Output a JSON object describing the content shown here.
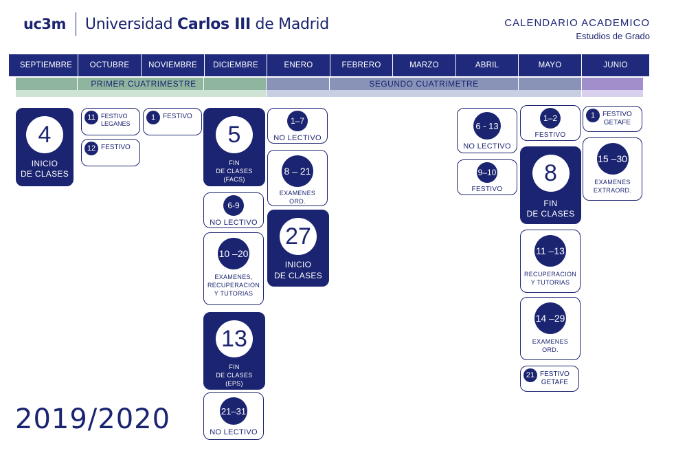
{
  "header": {
    "logo_mark": "uc3m",
    "logo_text_1": "Universidad ",
    "logo_text_2": "Carlos III",
    "logo_text_3": " de Madrid",
    "title": "CALENDARIO ACADEMICO",
    "subtitle": "Estudios de Grado"
  },
  "months": [
    "SEPTIEMBRE",
    "OCTUBRE",
    "NOVIEMBRE",
    "DICIEMBRE",
    "ENERO",
    "FEBRERO",
    "MARZO",
    "ABRIL",
    "MAYO",
    "JUNIO"
  ],
  "terms": {
    "first": "PRIMER CUATRIMESTRE",
    "second": "SEGUNDO CUATRIMETRE"
  },
  "events": {
    "sep_4": {
      "num": "4",
      "label_1": "INICIO",
      "label_2": "DE CLASES"
    },
    "oct_11": {
      "num": "11",
      "label_1": "FESTIVO",
      "label_2": "LEGANES"
    },
    "oct_12": {
      "num": "12",
      "label": "FESTIVO"
    },
    "nov_1": {
      "num": "1",
      "label": "FESTIVO"
    },
    "dec_5": {
      "num": "5",
      "label_1": "FIN",
      "label_2": "DE CLASES",
      "label_3": "(FACS)"
    },
    "dec_6_9": {
      "num": "6-9",
      "label": "NO LECTIVO"
    },
    "dec_10_20": {
      "num": "10 –20",
      "label_1": "EXAMENES,",
      "label_2": "RECUPERACION",
      "label_3": "Y TUTORIAS"
    },
    "dec_13": {
      "num": "13",
      "label_1": "FIN",
      "label_2": "DE CLASES",
      "label_3": "(EPS)"
    },
    "dec_21_31": {
      "num": "21–31",
      "label": "NO LECTIVO"
    },
    "jan_1_7": {
      "num": "1–7",
      "label": "NO LECTIVO"
    },
    "jan_8_21": {
      "num": "8 – 21",
      "label_1": "EXAMENES",
      "label_2": "ORD."
    },
    "jan_27": {
      "num": "27",
      "label_1": "INICIO",
      "label_2": "DE CLASES"
    },
    "apr_6_13": {
      "num": "6 - 13",
      "label": "NO LECTIVO"
    },
    "apr_9_10": {
      "num": "9–10",
      "label": "FESTIVO"
    },
    "may_1_2": {
      "num": "1–2",
      "label": "FESTIVO"
    },
    "may_8": {
      "num": "8",
      "label_1": "FIN",
      "label_2": "DE CLASES"
    },
    "may_11_13": {
      "num": "11 –13",
      "label_1": "RECUPERACION",
      "label_2": "Y TUTORIAS"
    },
    "may_14_29": {
      "num": "14 –29",
      "label_1": "EXAMENES",
      "label_2": "ORD."
    },
    "may_21": {
      "num": "21",
      "label_1": "FESTIVO",
      "label_2": "GETAFE"
    },
    "jun_1": {
      "num": "1",
      "label_1": "FESTIVO",
      "label_2": "GETAFE"
    },
    "jun_15_30": {
      "num": "15 –30",
      "label_1": "EXAMENES",
      "label_2": "EXTRAORD."
    }
  },
  "year": "2019/2020",
  "colors": {
    "navy": "#1b2470",
    "first_term": "#8fb59e",
    "second_term": "#8993b8",
    "june_term": "#a18fcc"
  }
}
